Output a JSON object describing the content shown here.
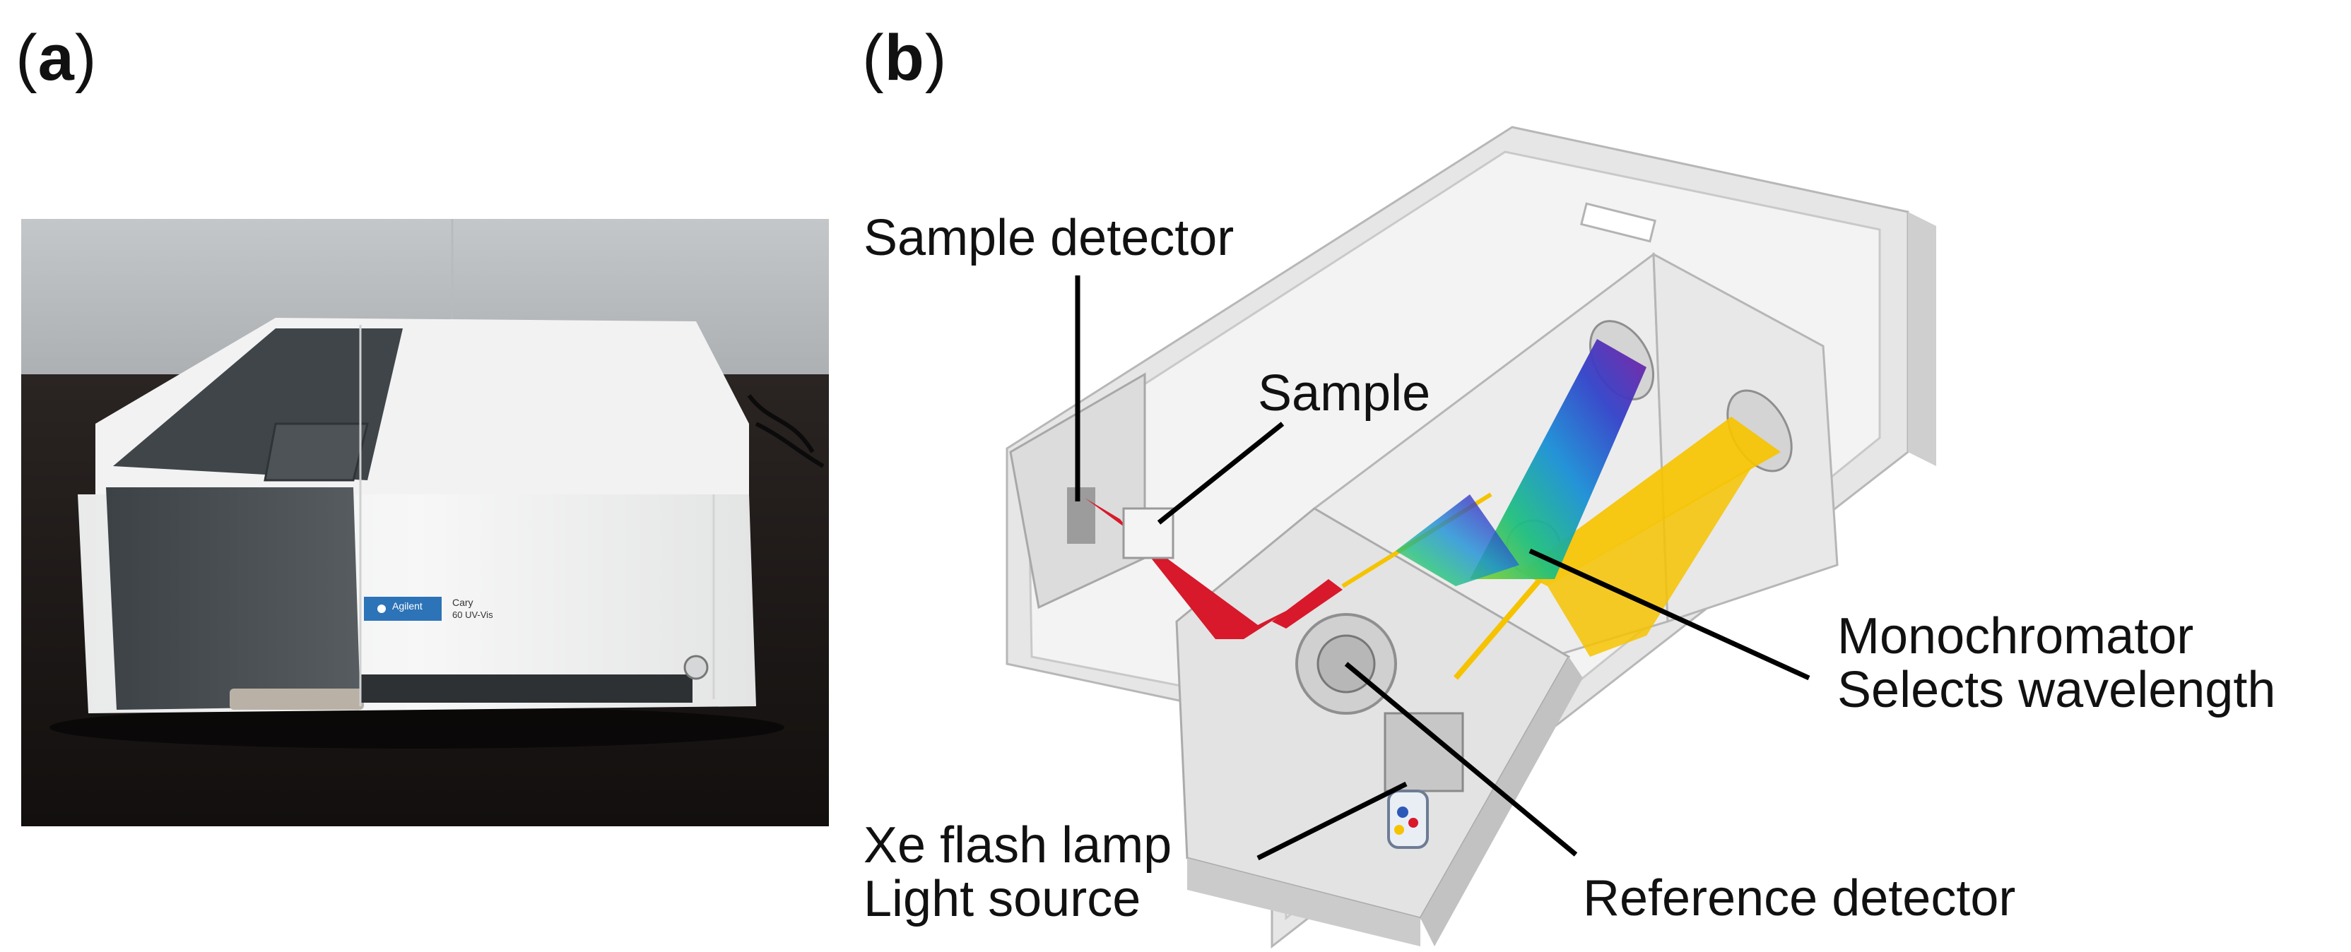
{
  "panels": {
    "a": {
      "label": "a"
    },
    "b": {
      "label": "b"
    }
  },
  "photo": {
    "badge_brand": "Agilent",
    "badge_model_line1": "Cary",
    "badge_model_line2": "60 UV-Vis"
  },
  "annotations": {
    "sample_detector": "Sample detector",
    "sample": "Sample",
    "monochromator_line1": "Monochromator",
    "monochromator_line2": "Selects wavelength",
    "xe_lamp_line1": "Xe flash lamp",
    "xe_lamp_line2": "Light source",
    "reference_detector": "Reference detector"
  },
  "colors": {
    "beam_red": "#d7192b",
    "beam_yellow": "#f6c300",
    "housing": "#d9d9d9",
    "instrument_dark": "#4b5155",
    "badge_blue": "#2d73b8"
  }
}
